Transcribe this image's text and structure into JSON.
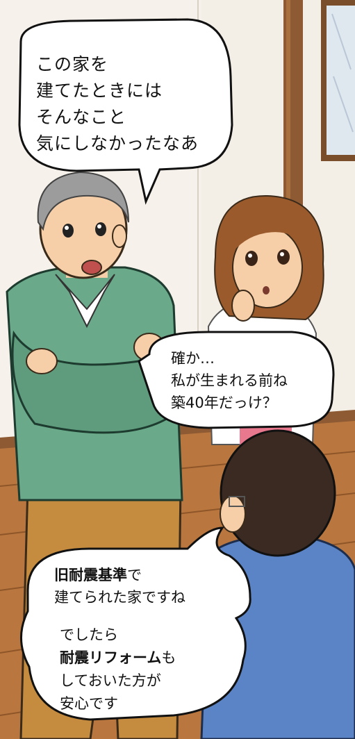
{
  "bubbles": {
    "father": {
      "lines": [
        "この家を",
        "建てたときには",
        "そんなこと",
        "気にしなかったなあ"
      ]
    },
    "daughter": {
      "lines": [
        "確か…",
        "私が生まれる前ね",
        "築40年だっけ？"
      ]
    },
    "advisor_1": {
      "line1_bold": "旧耐震基準",
      "line1_rest": "で",
      "line2": "建てられた家ですね"
    },
    "advisor_2": {
      "line1": "でしたら",
      "line2_bold": "耐震リフォーム",
      "line2_rest": "も",
      "line3": "しておいた方が",
      "line4": "安心です"
    }
  },
  "colors": {
    "wall": "#f3eee6",
    "floor": "#b9773f",
    "pillar": "#8d5a34",
    "sweater": "#6aa989",
    "pants": "#c58b3f",
    "hair_grey": "#9c9c9c",
    "hair_brown": "#9b5a2b",
    "hair_dark": "#3a2a22",
    "shirt_blue": "#5b84c6",
    "skin": "#f6cfa8"
  },
  "figures": [
    "elderly-man",
    "young-woman",
    "advisor-back-view"
  ]
}
